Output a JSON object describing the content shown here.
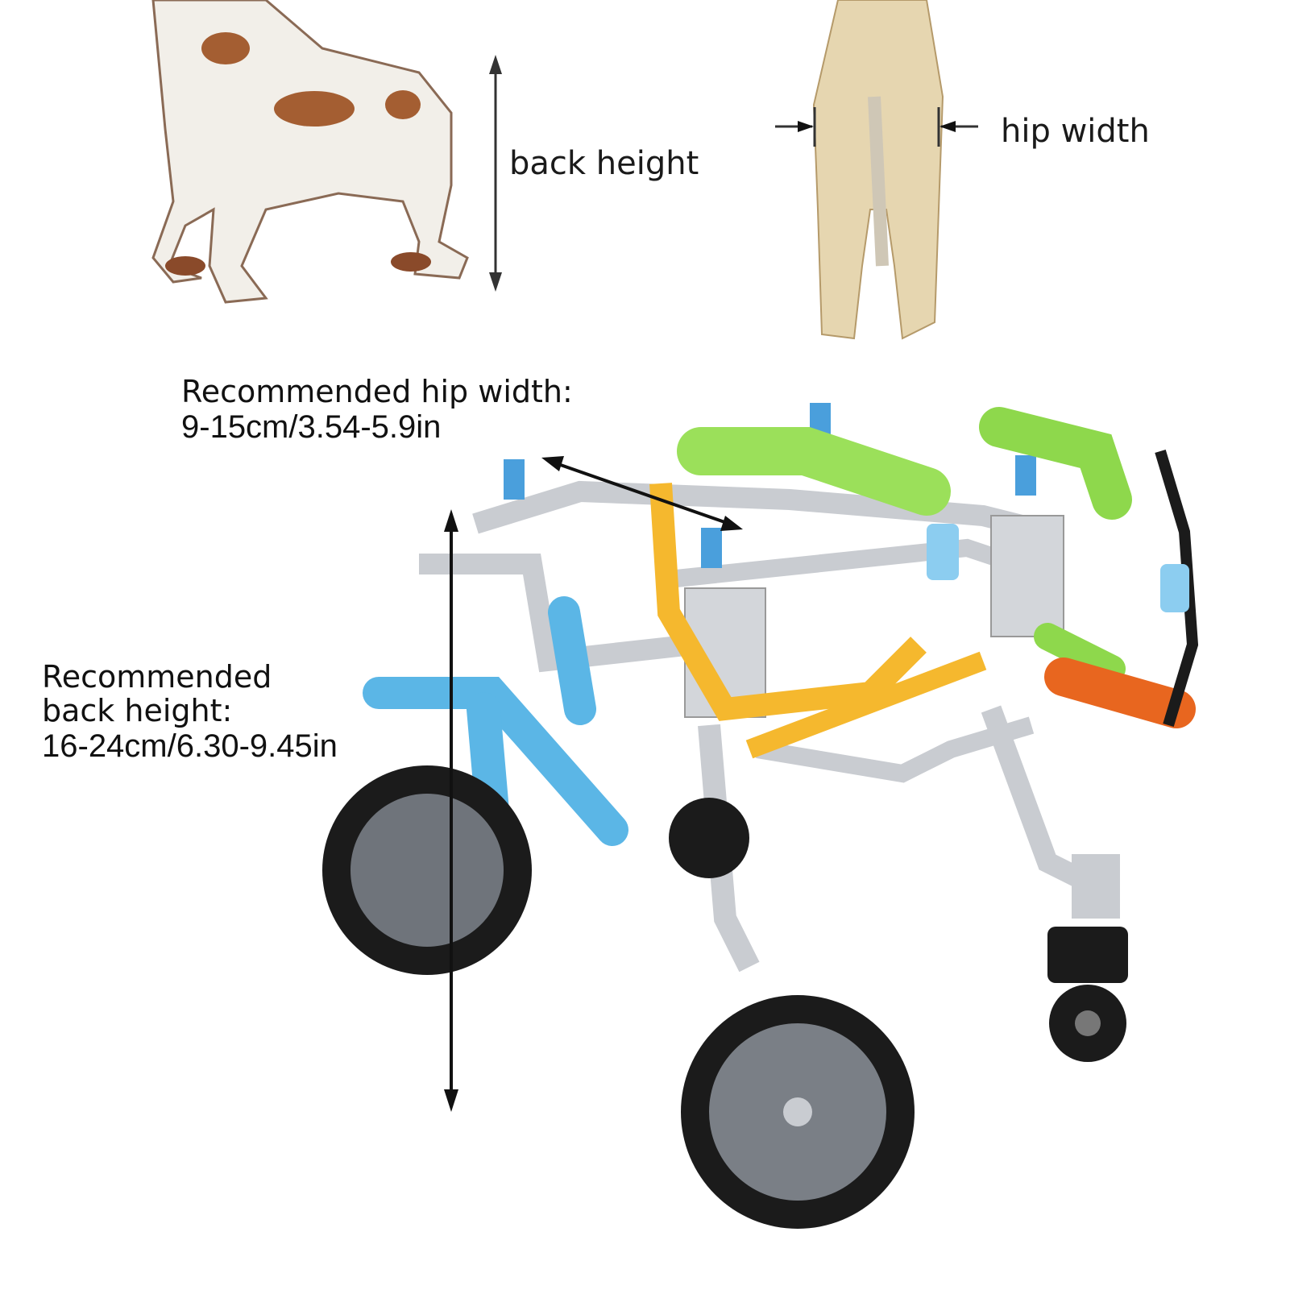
{
  "labels": {
    "back_height": "back height",
    "hip_width": "hip width"
  },
  "recommendations": {
    "hip_width": {
      "title": "Recommended hip width:",
      "value": "9-15cm/3.54-5.9in"
    },
    "back_height": {
      "title_line1": "Recommended",
      "title_line2": "back height:",
      "value": "16-24cm/6.30-9.45in"
    }
  },
  "colors": {
    "frame": "#c9ccd1",
    "blue_parts": "#5bb6e6",
    "padding_green": "#9be05a",
    "strap_yellow": "#f5b82e",
    "strap_orange": "#e8661f",
    "tire": "#1b1b1b",
    "hub": "#7a7f86"
  }
}
